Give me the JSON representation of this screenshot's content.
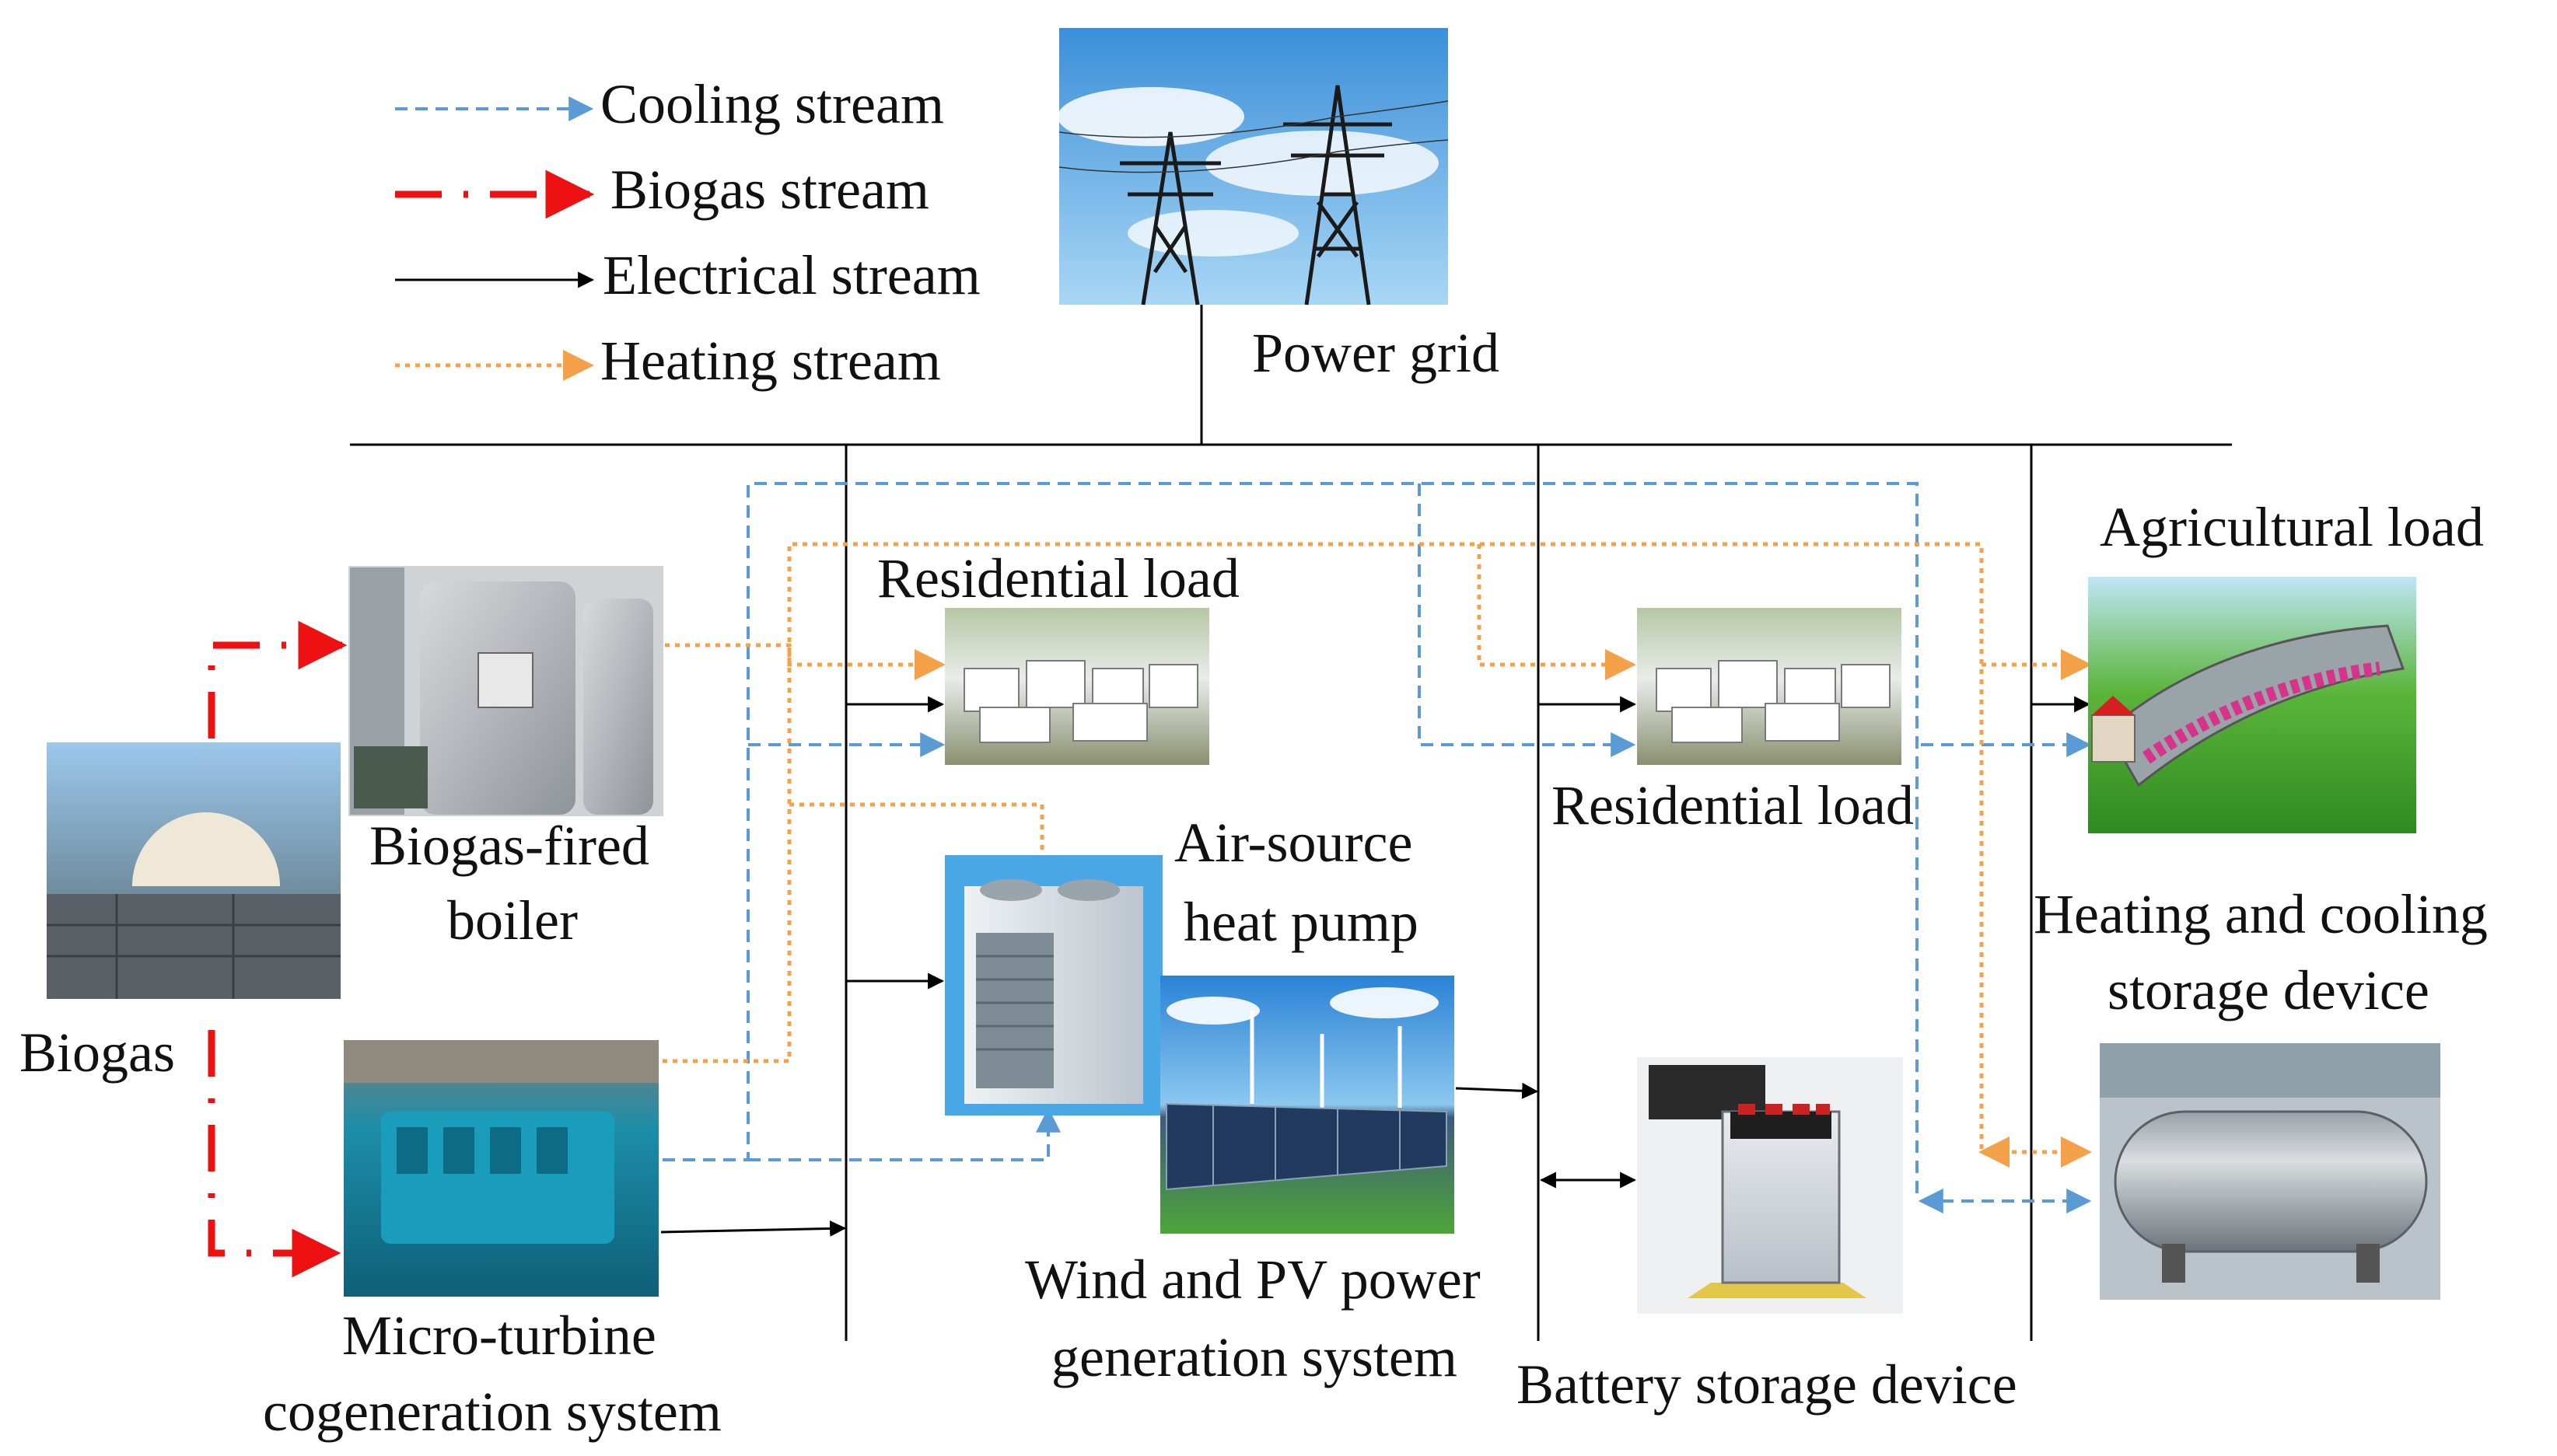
{
  "legend": {
    "cooling": "Cooling stream",
    "biogas": "Biogas stream",
    "electrical": "Electrical stream",
    "heating": "Heating stream"
  },
  "nodes": {
    "power_grid": "Power grid",
    "residential_load_1": "Residential load",
    "residential_load_2": "Residential load",
    "agricultural_load": "Agricultural load",
    "biogas_boiler_line1": "Biogas-fired",
    "biogas_boiler_line2": "boiler",
    "biogas": "Biogas",
    "heat_pump_line1": "Air-source",
    "heat_pump_line2": "heat pump",
    "storage_hc_line1": "Heating and cooling",
    "storage_hc_line2": "storage device",
    "wind_pv_line1": "Wind and PV power",
    "wind_pv_line2": "generation system",
    "micro_turbine_line1": "Micro-turbine",
    "micro_turbine_line2": "cogeneration system",
    "battery": "Battery storage device"
  },
  "colors": {
    "cooling": "#5b9bd5",
    "biogas": "#ee1111",
    "electrical": "#000000",
    "heating": "#f4a14a"
  }
}
